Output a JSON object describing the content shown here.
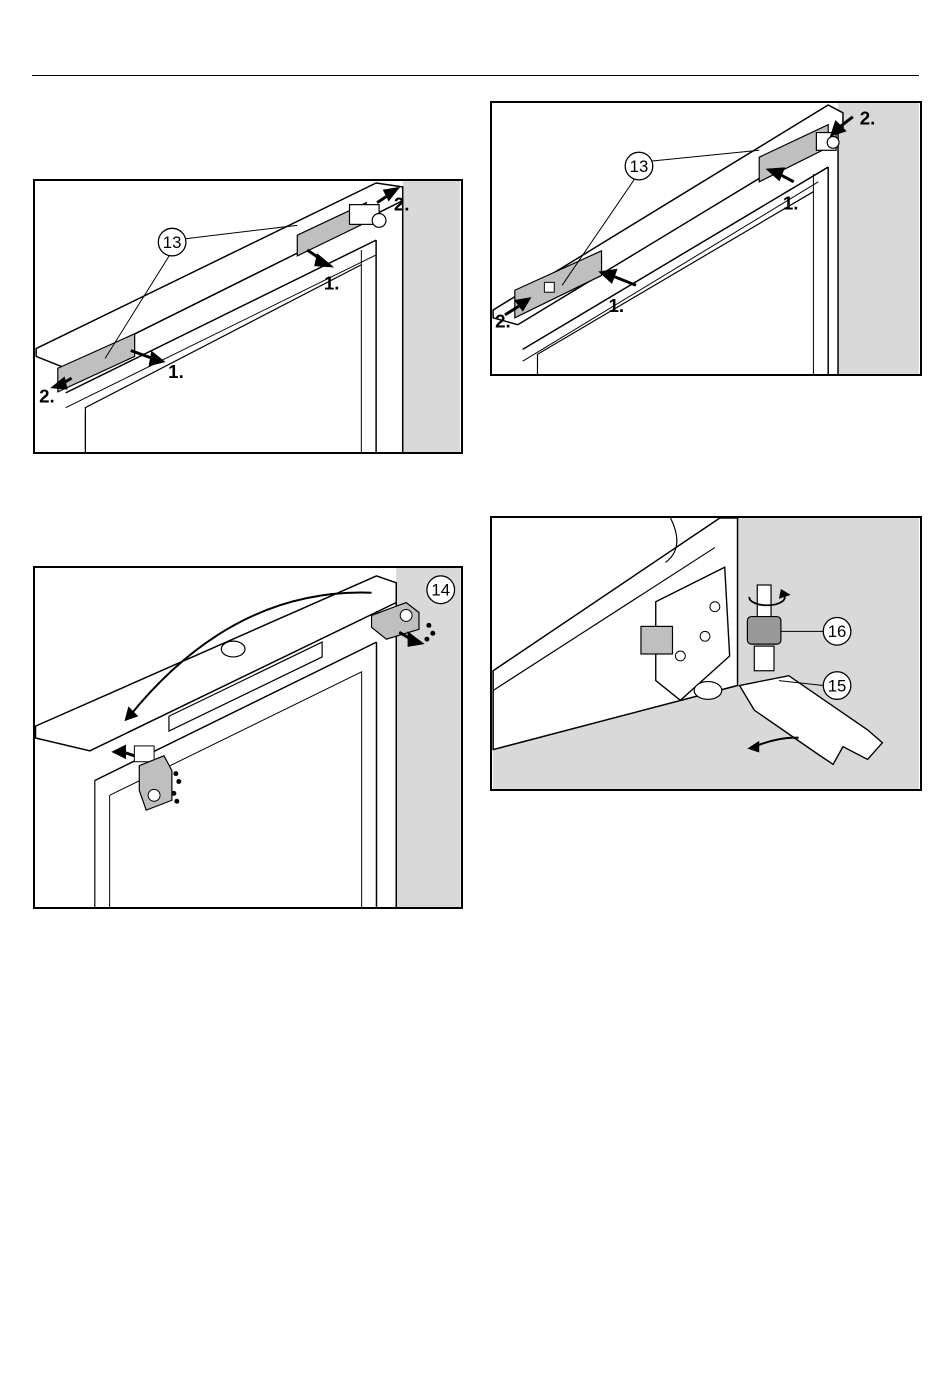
{
  "figures": {
    "top_left": {
      "callout": "13",
      "step_labels": [
        "2.",
        "1.",
        "1.",
        "2."
      ]
    },
    "top_right": {
      "callout": "13",
      "step_labels": [
        "2.",
        "1.",
        "2.",
        "1."
      ]
    },
    "bottom_left": {
      "callout": "14"
    },
    "bottom_right": {
      "callouts": [
        "16",
        "15"
      ]
    }
  },
  "colors": {
    "panel_gray": "#d9d9d9",
    "cover_gray": "#bfbfbf",
    "line": "#000000",
    "background": "#ffffff"
  }
}
